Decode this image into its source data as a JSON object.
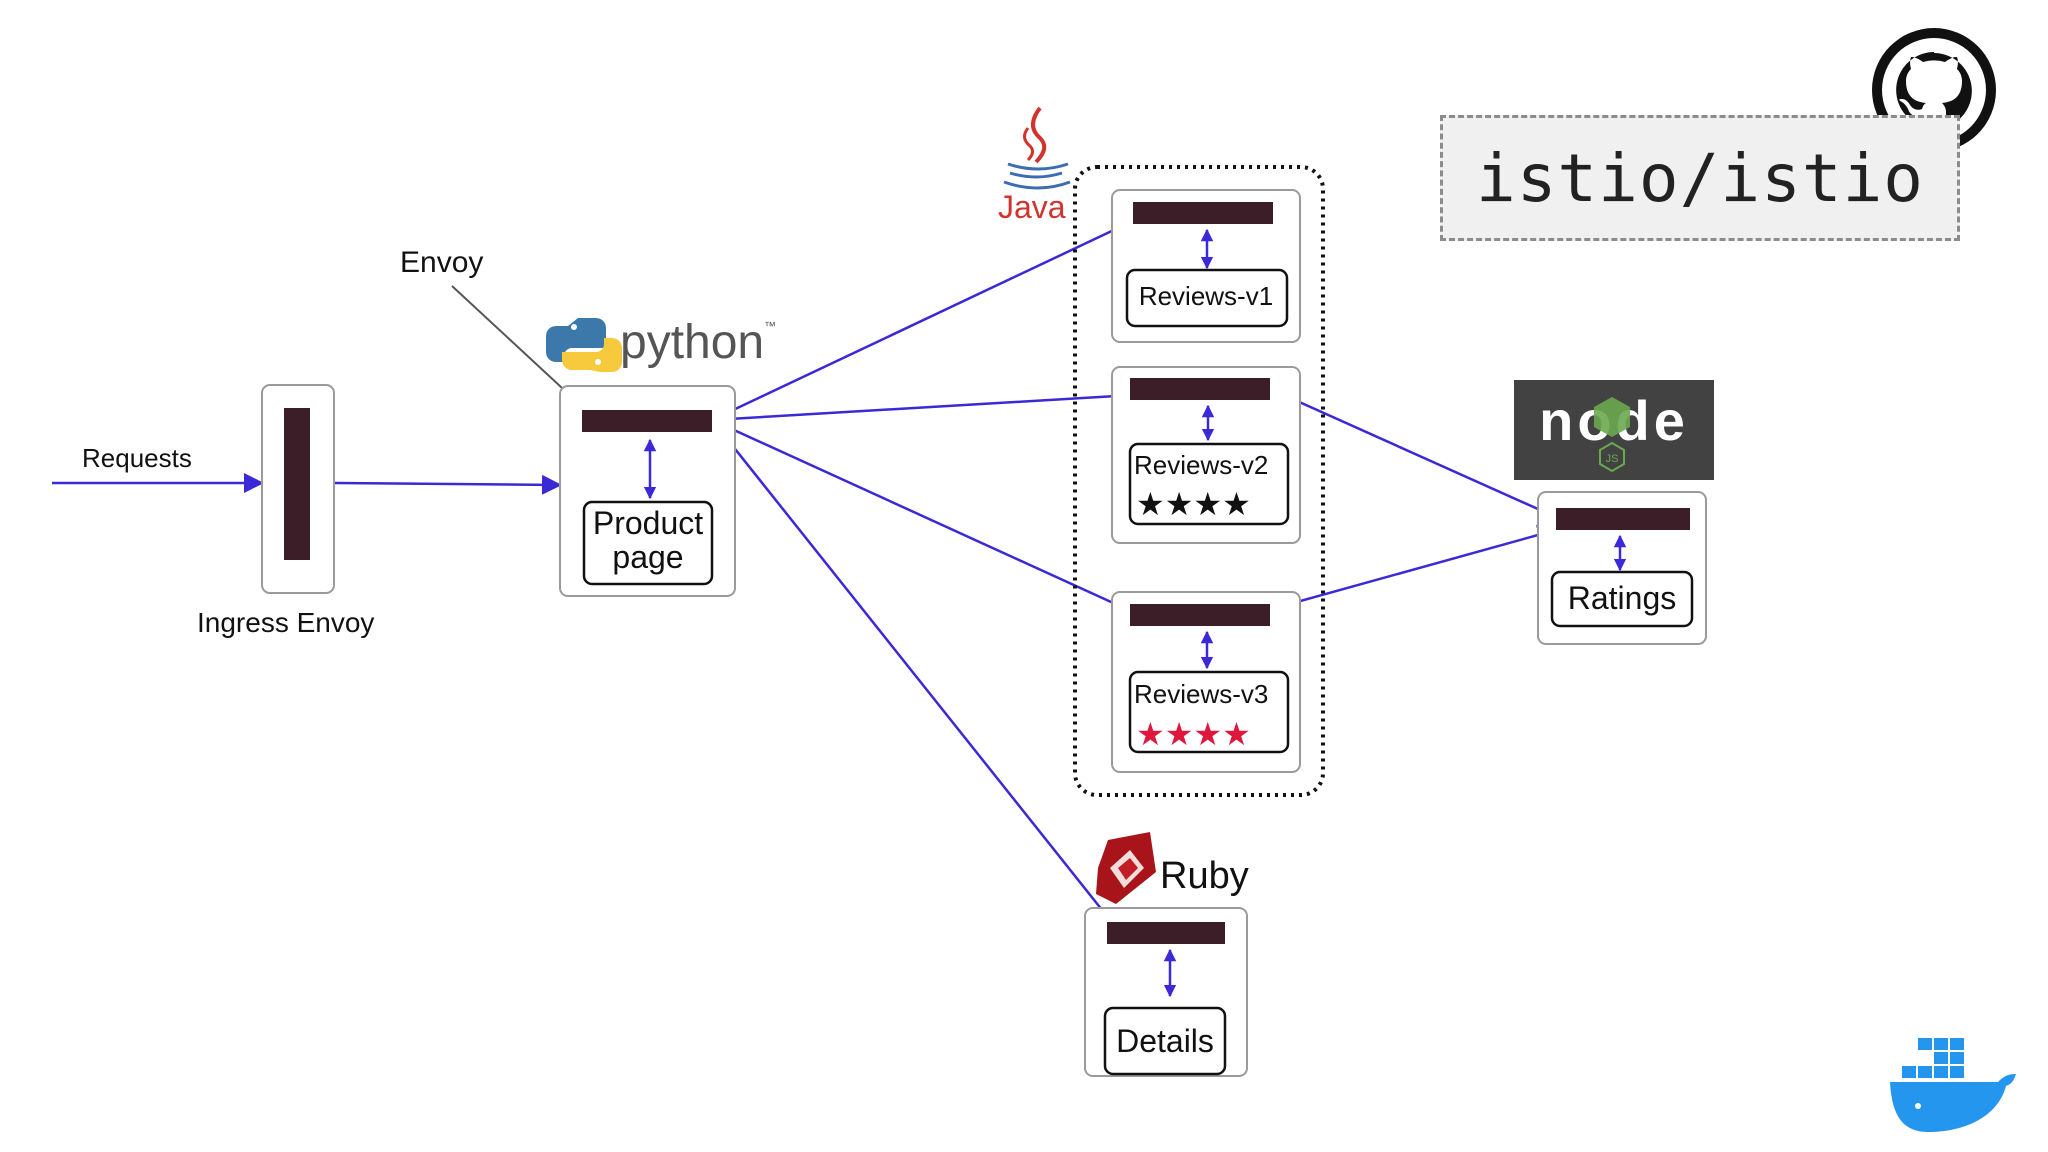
{
  "labels": {
    "requests": "Requests",
    "ingress": "Ingress Envoy",
    "envoy": "Envoy",
    "product_page_line1": "Product",
    "product_page_line2": "page",
    "reviews_v1": "Reviews-v1",
    "reviews_v2": "Reviews-v2",
    "reviews_v3": "Reviews-v3",
    "ratings": "Ratings",
    "details": "Details",
    "stars_v2": "★★★★",
    "stars_v3": "★★★★"
  },
  "logos": {
    "python": "python",
    "python_tm": "™",
    "java": "Java",
    "ruby": "Ruby",
    "node": "node",
    "node_js": "JS"
  },
  "repo": "istio/istio",
  "icons": [
    "github-icon",
    "docker-icon",
    "python-logo",
    "java-logo",
    "ruby-logo",
    "nodejs-logo"
  ],
  "colors": {
    "arrow": "#3b28d6",
    "envoy_bar": "#3b1e28",
    "star_black": "#111111",
    "star_red": "#e0173d",
    "java_red": "#d0342c",
    "ruby_red": "#a8141a",
    "node_bg": "#424242",
    "node_green": "#6aa84f",
    "docker_blue": "#2496ed"
  }
}
